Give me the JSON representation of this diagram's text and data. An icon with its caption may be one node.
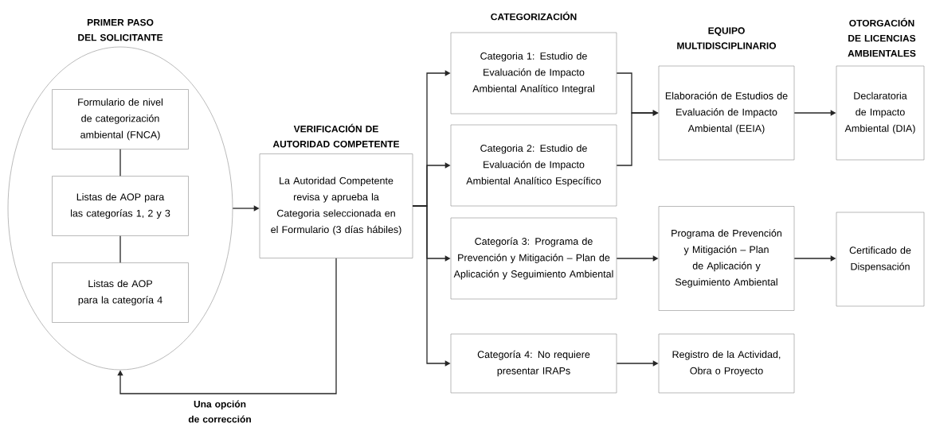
{
  "diagram": {
    "nodes": [
      {
        "text": [
          "PRIMER PASO DEL SOLICITANTE"
        ]
      },
      {
        "text": [
          "Formulario de nivel de categorización ambiental (FNCA)"
        ],
        "in": 0
      },
      {
        "text": [
          "Listas de AOP para las categorías 1, 2 y 3"
        ],
        "in": 0
      },
      {
        "text": [
          "Listas de AOP para la categoría 4"
        ],
        "in": 0
      },
      {
        "text": [
          "VERIFICACIÓN DE AUTORIDAD COMPETENTE",
          "La Autoridad Competente revisa y aprueba la Categoria seleccionada en el Formulario (3 días hábiles)"
        ]
      },
      {
        "text": [
          "Categoria 1: Estudio de Evaluación de Impacto Ambiental Analítico Integral"
        ]
      },
      {
        "text": [
          "Categoria 2: Estudio de Evaluación de Impacto Ambiental Analítico Específico"
        ]
      },
      {
        "text": [
          "Categoría 3: Programa de Prevención y Mitigación – Plan de Aplicación y Seguimiento Ambiental"
        ]
      },
      {
        "text": [
          "Categoría 4: No requiere presentar IRAPs"
        ]
      },
      {
        "text": [
          "Elaboración de Estudios de Evaluación de Impacto Ambiental (EEIA)"
        ]
      },
      {
        "text": [
          "Programa de Prevención y Mitigación – Plan de Aplicación y Seguimiento Ambiental"
        ]
      },
      {
        "text": [
          "Registro de la Actividad, Obra o Proyecto"
        ]
      },
      {
        "text": [
          "Declaratoria de Impacto Ambiental (DIA)"
        ]
      },
      {
        "text": [
          "Certificado de Dispensación"
        ]
      }
    ],
    "edges": [
      {
        "from": 1,
        "to": 2,
        "arrow": "none"
      },
      {
        "from": 2,
        "to": 3,
        "arrow": "none"
      },
      {
        "from": 0,
        "to": 4,
        "arrow": "to"
      },
      {
        "from": 4,
        "to": 5,
        "arrow": "to"
      },
      {
        "from": 4,
        "to": 6,
        "arrow": "to"
      },
      {
        "from": 4,
        "to": 7,
        "arrow": "to"
      },
      {
        "from": 4,
        "to": 8,
        "arrow": "to"
      },
      {
        "from": 5,
        "to": 9,
        "arrow": "to"
      },
      {
        "from": 6,
        "to": 9,
        "arrow": "to"
      },
      {
        "from": 7,
        "to": 10,
        "arrow": "to"
      },
      {
        "from": 8,
        "to": 11,
        "arrow": "to"
      },
      {
        "from": 9,
        "to": 12,
        "arrow": "to"
      },
      {
        "from": 10,
        "to": 13,
        "arrow": "to"
      },
      {
        "from": 4,
        "to": 0,
        "arrow": "to",
        "label": "Una opción de corrección"
      }
    ],
    "labels": [
      "CATEGORIZACIÓN",
      "EQUIPO MULTIDISCIPLINARIO",
      "OTORGACIÓN DE LICENCIAS AMBIENTALES"
    ]
  }
}
